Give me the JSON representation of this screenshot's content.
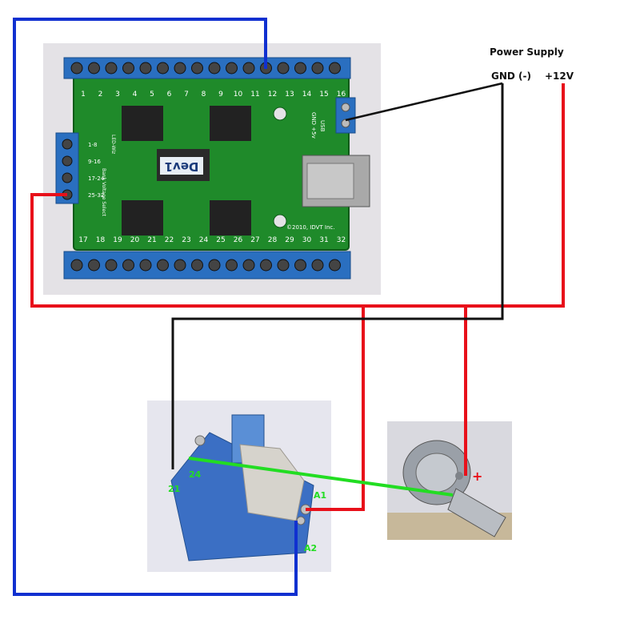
{
  "power_supply": {
    "title": "Power Supply",
    "gnd_label": "GND (-)",
    "v12_label": "+12V"
  },
  "board": {
    "name": "Dev1",
    "brand": "LED-Wiz",
    "copyright": "©2010, IDVT Inc.",
    "bank_label": "Bank Voltage Select",
    "usb_label": "USB",
    "gnd_5v_label": "GND +5v",
    "top_pins": [
      "1",
      "2",
      "3",
      "4",
      "5",
      "6",
      "7",
      "8",
      "9",
      "10",
      "11",
      "12",
      "13",
      "14",
      "15",
      "16"
    ],
    "bottom_pins": [
      "17",
      "18",
      "19",
      "20",
      "21",
      "22",
      "23",
      "24",
      "25",
      "26",
      "27",
      "28",
      "29",
      "30",
      "31",
      "32"
    ],
    "bank_pins": [
      "1-8",
      "9-16",
      "17-24",
      "25-32"
    ]
  },
  "relay": {
    "pin_21": "21",
    "pin_24": "24",
    "pin_a1": "A1",
    "pin_a2": "A2"
  },
  "solenoid": {
    "plus": "+"
  },
  "colors": {
    "blue_wire": "#1030d0",
    "red_wire": "#e8101a",
    "black_wire": "#111111",
    "green_wire": "#22dd22",
    "board_green": "#1f8a2a",
    "terminal_blue": "#2a6fc0"
  }
}
